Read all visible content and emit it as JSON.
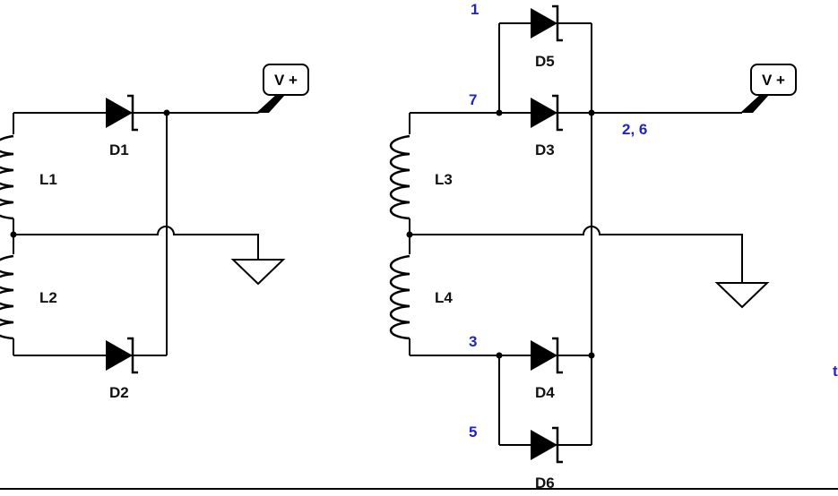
{
  "left_circuit": {
    "inductors": [
      "L1",
      "L2"
    ],
    "diodes": [
      "D1",
      "D2"
    ],
    "supply": "V +"
  },
  "right_circuit": {
    "inductors": [
      "L3",
      "L4"
    ],
    "diodes": [
      "D3",
      "D4",
      "D5",
      "D6"
    ],
    "supply": "V +",
    "node_labels": [
      "1",
      "7",
      "2, 6",
      "3",
      "5"
    ]
  },
  "edge_mark": "t",
  "colors": {
    "wire": "#000000",
    "node_label": "#2222cc"
  }
}
